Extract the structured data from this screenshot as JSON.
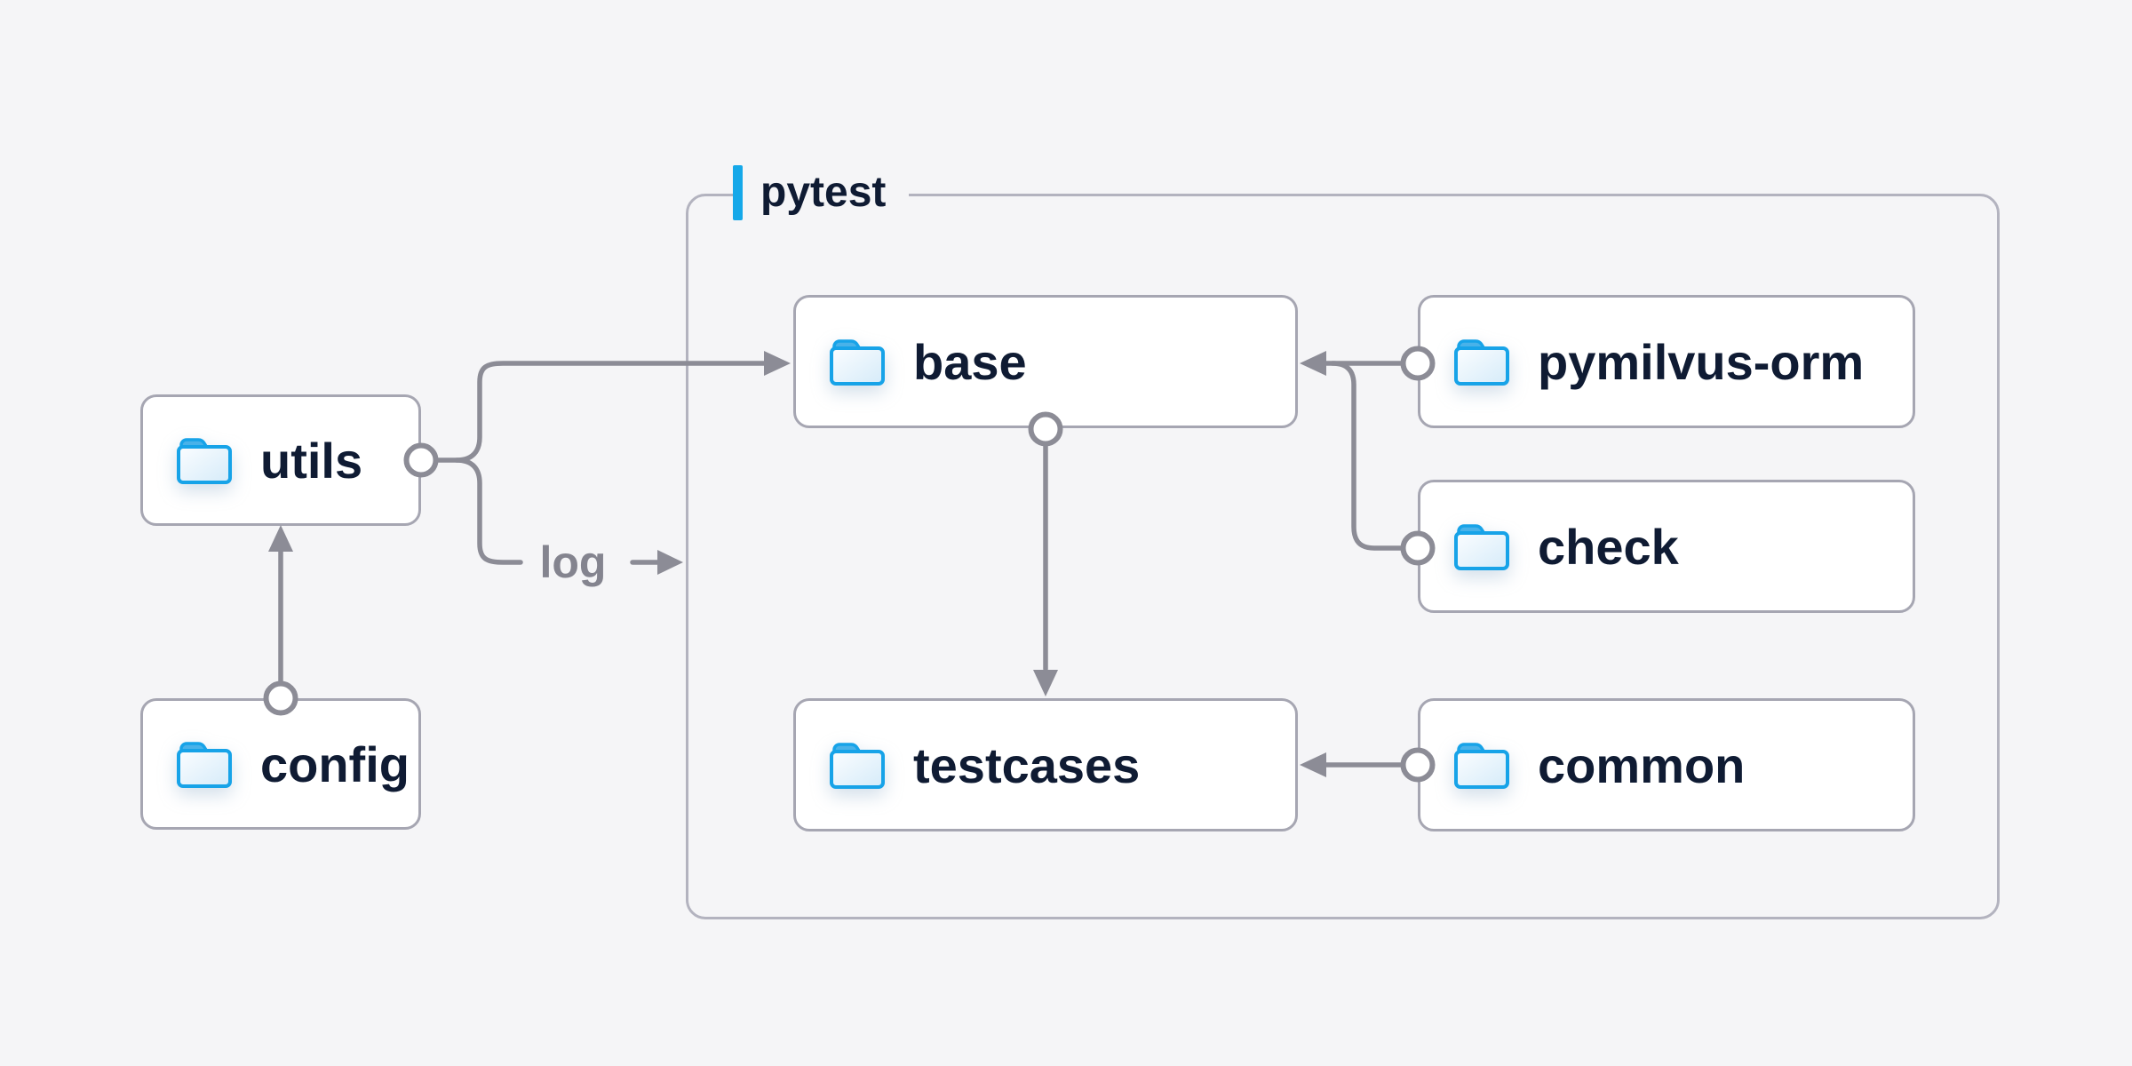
{
  "group": {
    "label": "pytest"
  },
  "diagram": {
    "nodes": [
      {
        "id": "utils",
        "label": "utils",
        "icon": "folder-icon"
      },
      {
        "id": "config",
        "label": "config",
        "icon": "folder-icon"
      },
      {
        "id": "base",
        "label": "base",
        "icon": "folder-icon"
      },
      {
        "id": "testcases",
        "label": "testcases",
        "icon": "folder-icon"
      },
      {
        "id": "pymilvus-orm",
        "label": "pymilvus-orm",
        "icon": "folder-icon"
      },
      {
        "id": "check",
        "label": "check",
        "icon": "folder-icon"
      },
      {
        "id": "common",
        "label": "common",
        "icon": "folder-icon"
      }
    ],
    "edges": [
      {
        "from": "config",
        "to": "utils",
        "type": "arrow"
      },
      {
        "from": "utils",
        "to": "base",
        "type": "arrow"
      },
      {
        "from": "utils",
        "to": "pytest",
        "type": "arrow",
        "label": "log"
      },
      {
        "from": "base",
        "to": "testcases",
        "type": "arrow"
      },
      {
        "from": "pymilvus-orm",
        "to": "base",
        "type": "arrow"
      },
      {
        "from": "check",
        "to": "base",
        "type": "arrow"
      },
      {
        "from": "common",
        "to": "testcases",
        "type": "arrow"
      }
    ]
  },
  "colors": {
    "page_background": "#f5f5f7",
    "node_background": "#ffffff",
    "node_border": "#a6a6b2",
    "group_border": "#b3b3bf",
    "text_dark": "#0f1b33",
    "edge_gray": "#8c8c96",
    "edge_label_gray": "#84848f",
    "accent_blue_bar": "#15a8e9",
    "folder_blue": "#17a3e8",
    "folder_tab_blue": "#49b2e9",
    "folder_fill_light": "#d8ecfa"
  }
}
